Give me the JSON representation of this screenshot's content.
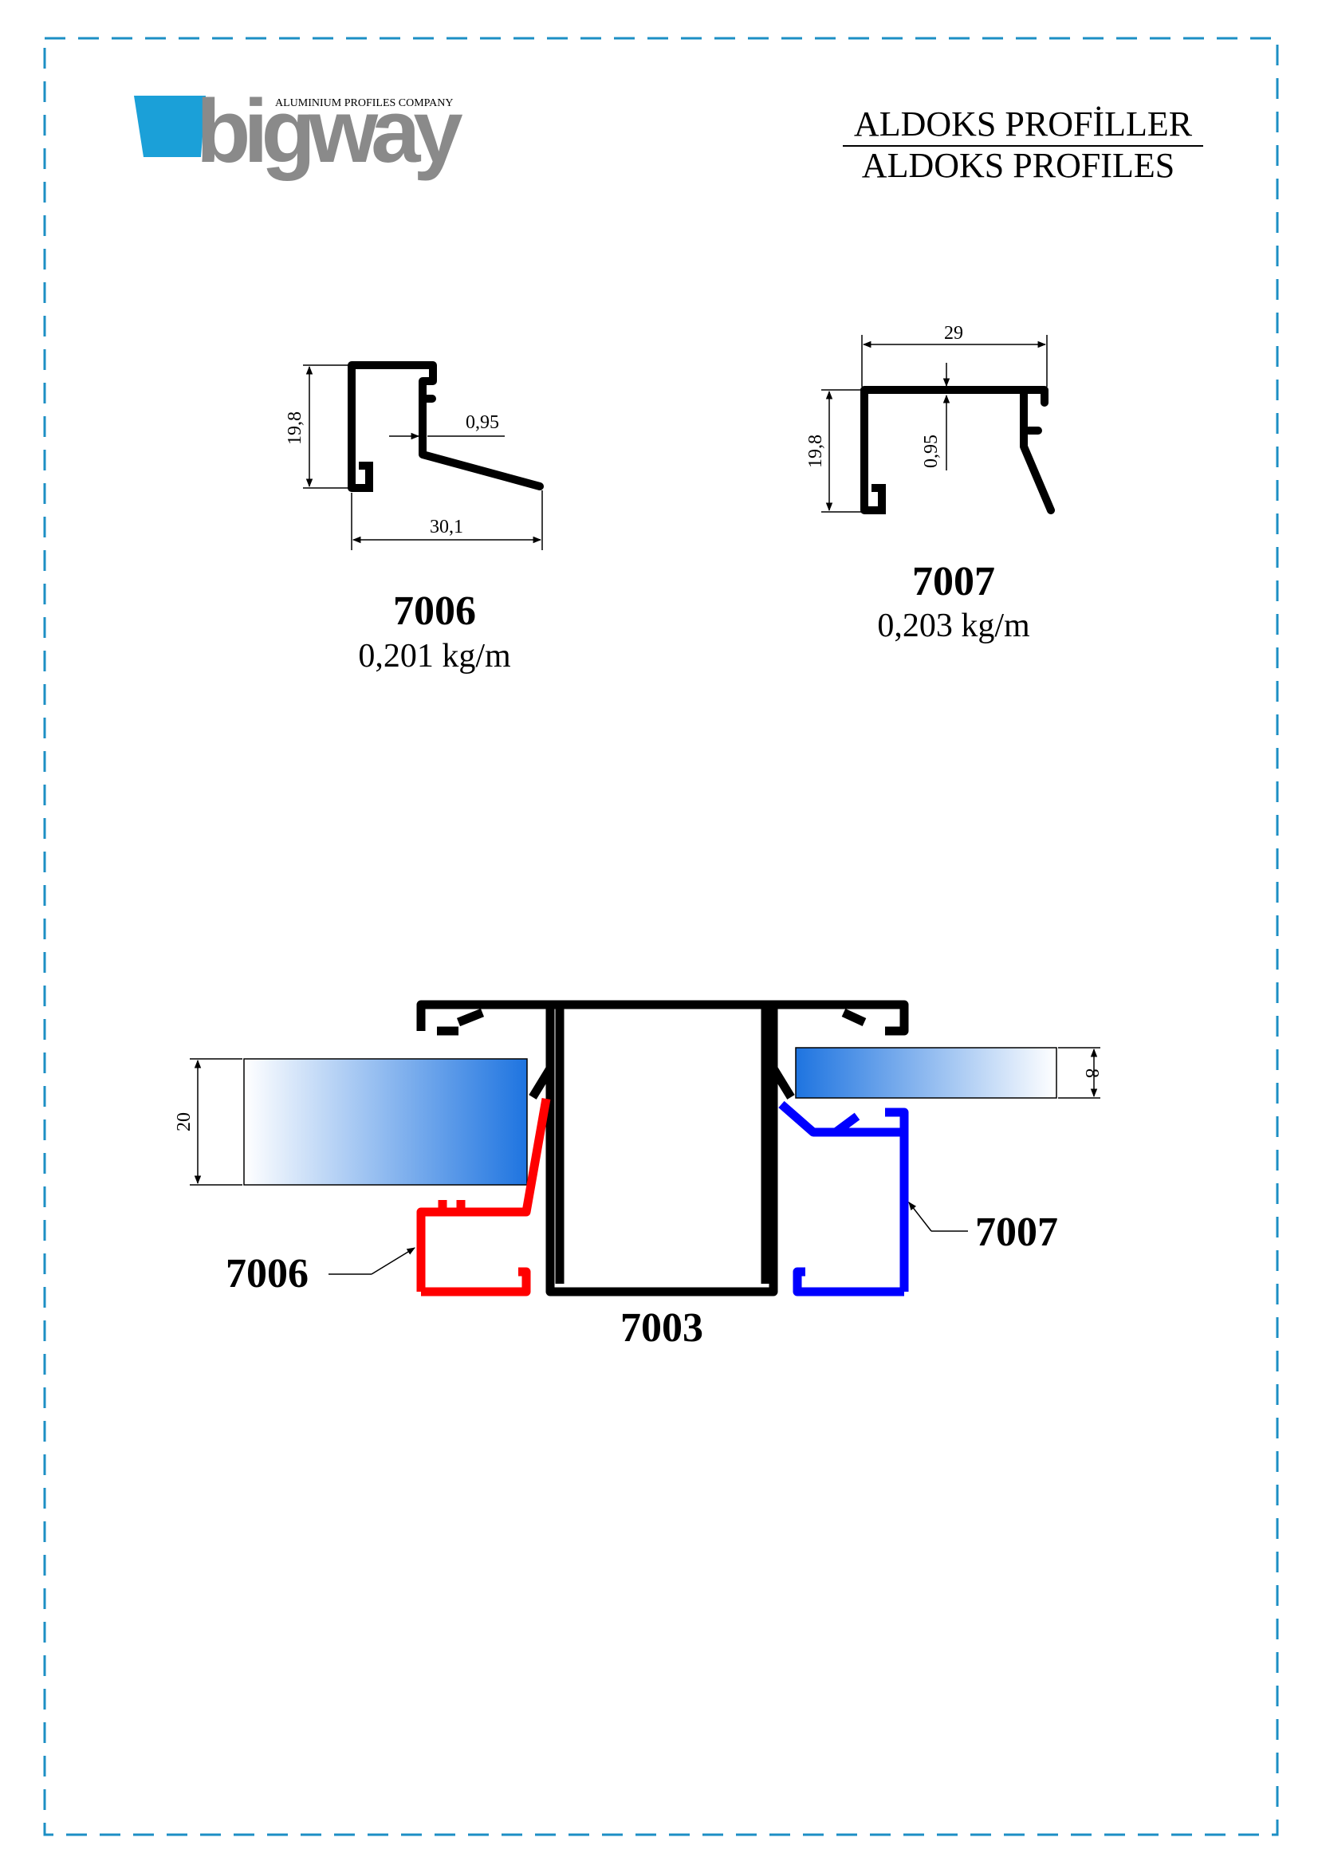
{
  "logo": {
    "brand": "bigway",
    "tagline": "ALUMINIUM PROFILES COMPANY"
  },
  "header": {
    "title_tr": "ALDOKS PROFİLLER",
    "title_en": "ALDOKS PROFILES"
  },
  "profiles": [
    {
      "code": "7006",
      "weight": "0,201 kg/m",
      "dims": {
        "height": "19,8",
        "width": "30,1",
        "thickness": "0,95"
      }
    },
    {
      "code": "7007",
      "weight": "0,203 kg/m",
      "dims": {
        "height": "19,8",
        "width": "29",
        "thickness": "0,95"
      }
    }
  ],
  "assembly": {
    "left_label": "7006",
    "right_label": "7007",
    "center_label": "7003",
    "glass_left_dim": "20",
    "glass_right_dim": "8"
  },
  "colors": {
    "border_dash": "#1c8fc4",
    "logo_blue": "#1ba0d8",
    "logo_grey": "#8a8a8a",
    "profile_7006": "#ff0000",
    "profile_7007": "#0000ff",
    "profile_7003": "#000000",
    "glass_dark": "#1e74e0",
    "glass_light": "#ffffff"
  }
}
